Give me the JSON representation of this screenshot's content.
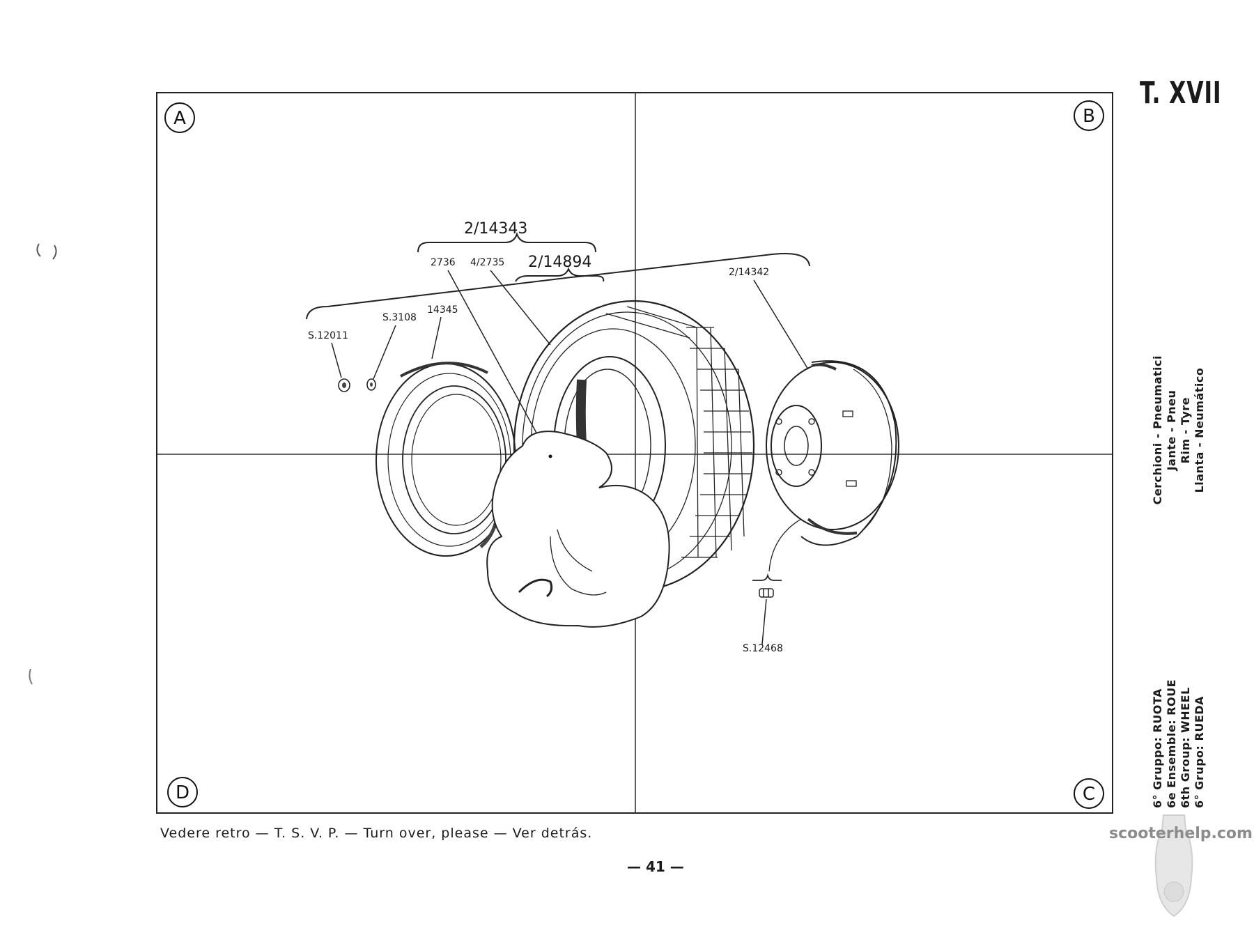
{
  "plate": {
    "title": "T. XVII"
  },
  "quadrants": {
    "a": "A",
    "b": "B",
    "c": "C",
    "d": "D"
  },
  "part_labels": {
    "tyre_rim_assembly": "2/14343",
    "spoke_ring": "2736",
    "bolts": "4/2735",
    "tyre_tube": "2/14894",
    "hub_half": "2/14342",
    "nut": "S.12011",
    "washer": "S.3108",
    "rim_half": "14345",
    "valve_nut": "S.12468"
  },
  "side_title": {
    "line1": "Cerchioni - Pneumatici",
    "line2": "Jante - Pneu",
    "line3": "Rim - Tyre",
    "line4": "Llanta - Neumático"
  },
  "group_block": {
    "rows": [
      {
        "prefix": "6°",
        "label": "Gruppo:",
        "value": "RUOTA"
      },
      {
        "prefix": "6e",
        "label": "Ensemble:",
        "value": "ROUE"
      },
      {
        "prefix": "6th",
        "label": "Group:",
        "value": "WHEEL"
      },
      {
        "prefix": "6°",
        "label": "Grupo:",
        "value": "RUEDA"
      }
    ]
  },
  "footer": {
    "note": "Vedere retro — T. S. V. P. — Turn over, please — Ver detrás.",
    "page": "— 41 —"
  },
  "watermark": {
    "text": "scooterhelp.com"
  }
}
